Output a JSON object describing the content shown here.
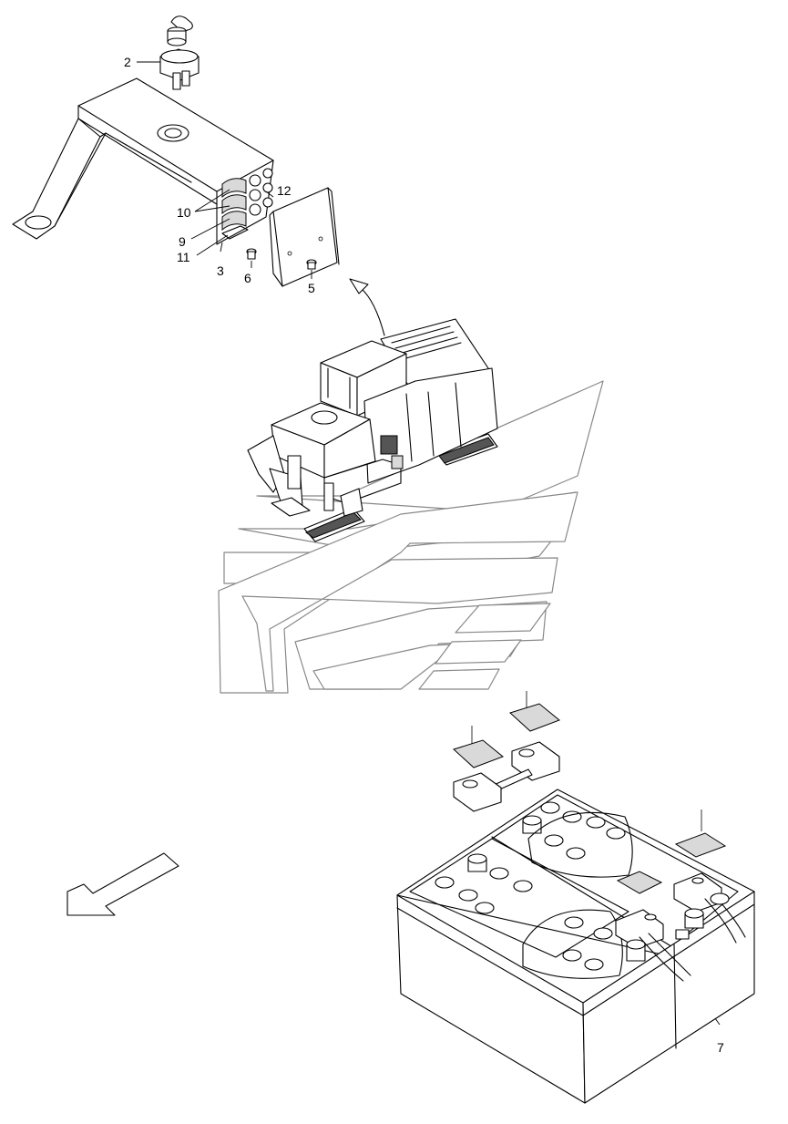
{
  "diagram": {
    "callouts": [
      {
        "id": "c2",
        "label": "2"
      },
      {
        "id": "c12",
        "label": "12"
      },
      {
        "id": "c10",
        "label": "10"
      },
      {
        "id": "c9",
        "label": "9"
      },
      {
        "id": "c11",
        "label": "11"
      },
      {
        "id": "c3",
        "label": "3"
      },
      {
        "id": "c6",
        "label": "6"
      },
      {
        "id": "c5",
        "label": "5"
      },
      {
        "id": "c7",
        "label": "7"
      }
    ]
  }
}
